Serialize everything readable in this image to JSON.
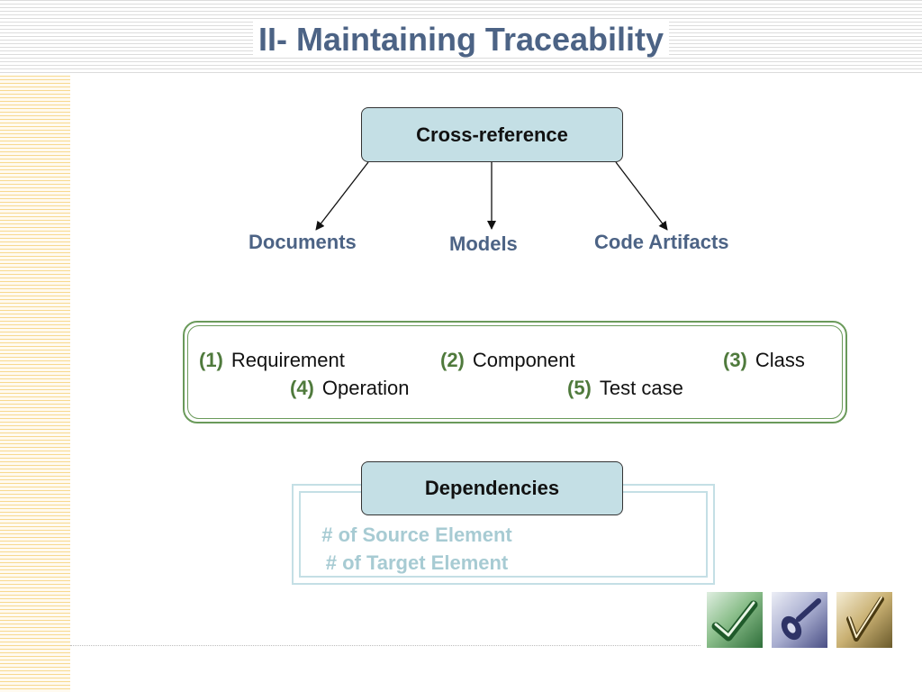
{
  "title": "II- Maintaining Traceability",
  "diagram": {
    "root": {
      "label": "Cross-reference"
    },
    "targets": [
      {
        "label": "Documents"
      },
      {
        "label": "Models"
      },
      {
        "label": "Code Artifacts"
      }
    ],
    "types": [
      {
        "num": "(1)",
        "label": "Requirement"
      },
      {
        "num": "(2)",
        "label": "Component"
      },
      {
        "num": "(3)",
        "label": "Class"
      },
      {
        "num": "(4)",
        "label": "Operation"
      },
      {
        "num": "(5)",
        "label": "Test case"
      }
    ],
    "dependencies": {
      "label": "Dependencies",
      "lines": [
        "# of Source Element",
        "# of Target Element"
      ]
    }
  },
  "colors": {
    "title": "#4c6385",
    "box_fill": "#c4dfe5",
    "type_number": "#4f7a3c",
    "dependency_text": "#a7cbd3"
  },
  "icons": [
    "checkmark-icon",
    "cd-disc-icon",
    "pen-check-icon"
  ]
}
